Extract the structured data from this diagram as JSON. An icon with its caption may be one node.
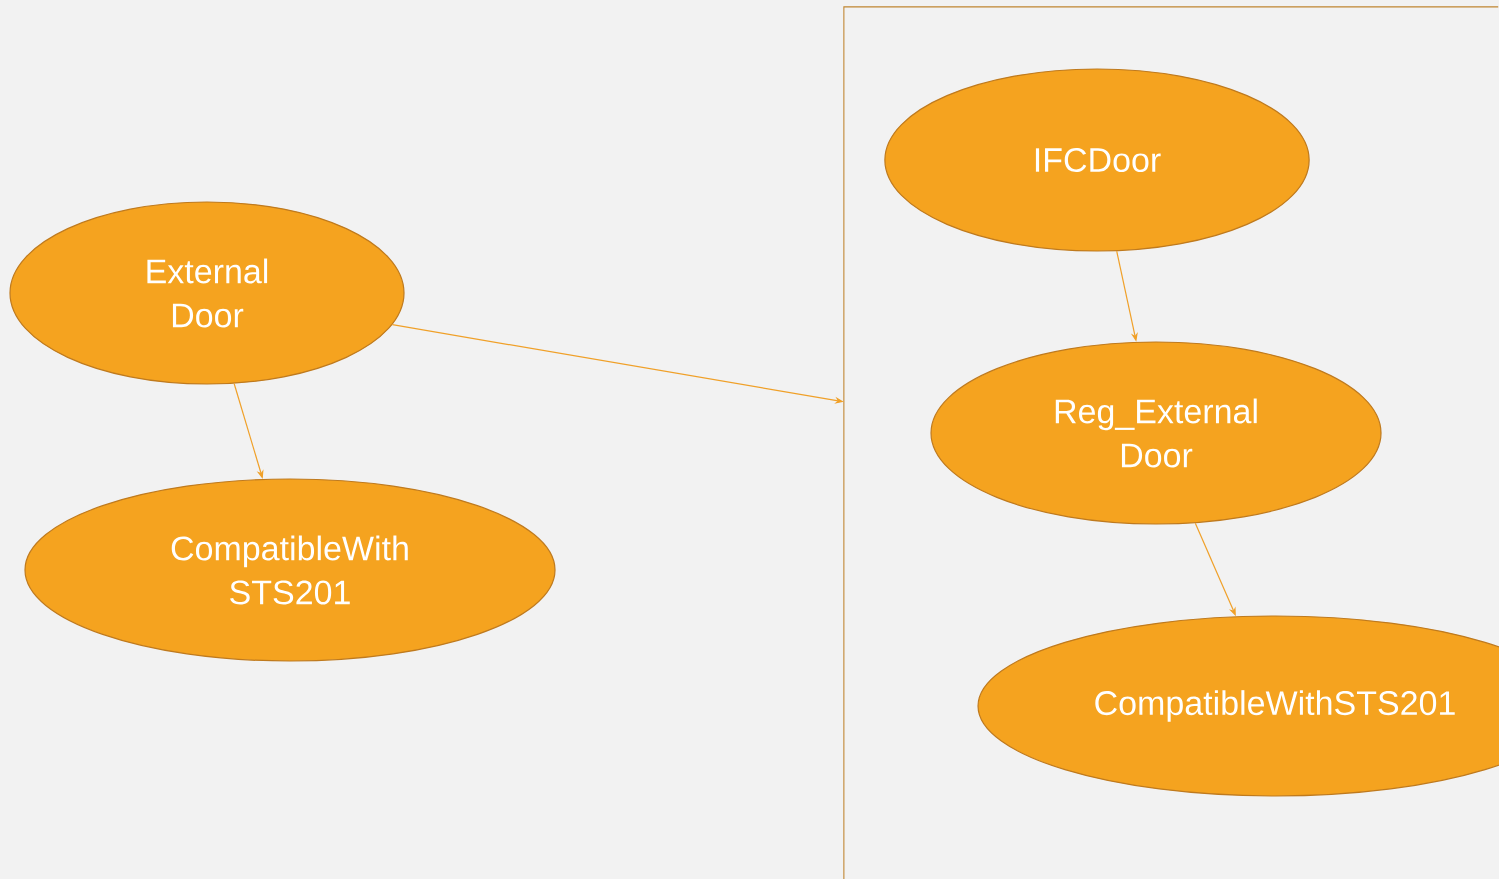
{
  "diagram": {
    "nodes": [
      {
        "text": [
          "External Door"
        ]
      },
      {
        "text": [
          "CompatibleWith STS201"
        ]
      },
      {
        "text": [],
        "shape": "box"
      },
      {
        "text": [
          "IFCDoor"
        ],
        "in": 2
      },
      {
        "text": [
          "Reg_External Door"
        ],
        "in": 2
      },
      {
        "text": [
          "CompatibleWithSTS201"
        ],
        "in": 2
      }
    ],
    "edges": [
      {
        "from": 0,
        "to": 1,
        "arrow": "to"
      },
      {
        "from": 0,
        "to": 2,
        "arrow": "to"
      },
      {
        "from": 3,
        "to": 4,
        "arrow": "to"
      },
      {
        "from": 4,
        "to": 5,
        "arrow": "to"
      }
    ]
  }
}
